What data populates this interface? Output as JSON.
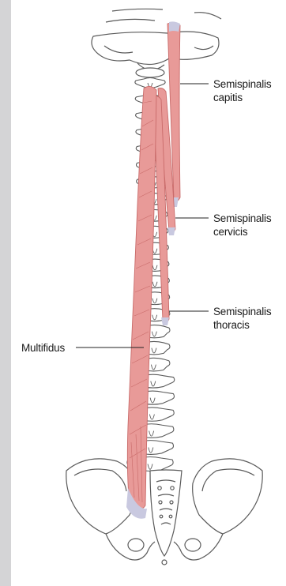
{
  "colors": {
    "background": "#ffffff",
    "left_band": "#d4d4d6",
    "bone_outline": "#5a5a5a",
    "bone_fill": "#ffffff",
    "muscle_fill": "#e89a98",
    "muscle_stroke": "#c96b6a",
    "tendon": "#c9c9e0",
    "leader_line": "#222222"
  },
  "labels": {
    "semispinalis_capitis": [
      "Semispinalis",
      "capitis"
    ],
    "semispinalis_cervicis": [
      "Semispinalis",
      "cervicis"
    ],
    "semispinalis_thoracis": [
      "Semispinalis",
      "thoracis"
    ],
    "multifidus": "Multifidus"
  }
}
